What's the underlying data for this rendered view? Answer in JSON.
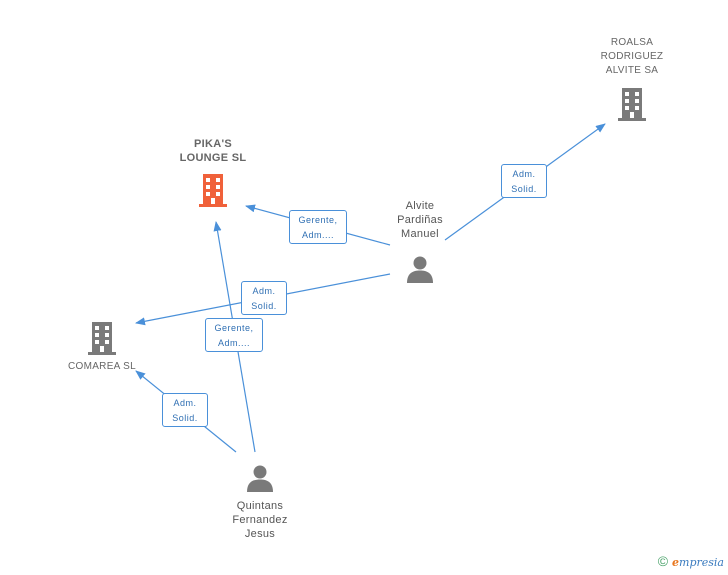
{
  "nodes": {
    "pikas": {
      "label": "PIKA'S\nLOUNGE SL",
      "type": "company",
      "focus": true
    },
    "roalsa": {
      "label": "ROALSA\nRODRIGUEZ\nALVITE SA",
      "type": "company"
    },
    "comarea": {
      "label": "COMAREA SL",
      "type": "company"
    },
    "alvite": {
      "label": "Alvite\nPardiñas\nManuel",
      "type": "person"
    },
    "quintans": {
      "label": "Quintans\nFernandez\nJesus",
      "type": "person"
    }
  },
  "edges": [
    {
      "from": "alvite",
      "to": "pikas",
      "label": "Gerente,\nAdm...."
    },
    {
      "from": "alvite",
      "to": "roalsa",
      "label": "Adm.\nSolid."
    },
    {
      "from": "alvite",
      "to": "comarea",
      "label": "Adm.\nSolid."
    },
    {
      "from": "quintans",
      "to": "pikas",
      "label": "Gerente,\nAdm...."
    },
    {
      "from": "quintans",
      "to": "comarea",
      "label": "Adm.\nSolid."
    }
  ],
  "colors": {
    "edge": "#4a90d9",
    "company_icon": "#7a7a7a",
    "focus_icon": "#f0613a",
    "person_icon": "#7a7a7a"
  },
  "footer": {
    "copyright": "©",
    "brand_e": "e",
    "brand_rest": "mpresia"
  }
}
